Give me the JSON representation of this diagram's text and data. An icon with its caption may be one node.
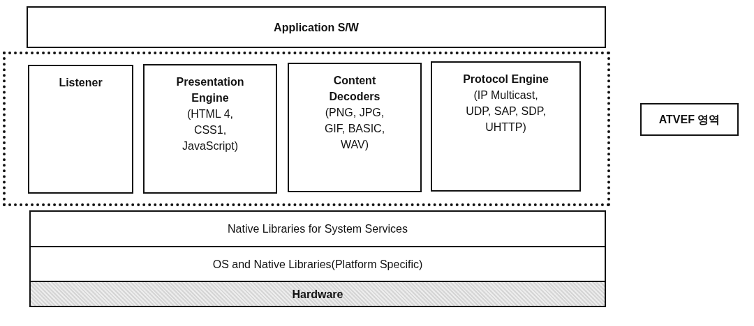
{
  "diagram": {
    "nodes": [
      {
        "text": [
          "Application S/W"
        ]
      },
      {
        "text": [],
        "shape": "box"
      },
      {
        "text": [
          "Listener"
        ],
        "in": 1
      },
      {
        "text": [
          "Presentation Engine",
          "(HTML 4, CSS1, JavaScript)"
        ],
        "in": 1
      },
      {
        "text": [
          "Content Decoders",
          "(PNG, JPG, GIF, BASIC, WAV)"
        ],
        "in": 1
      },
      {
        "text": [
          "Protocol Engine",
          "(IP Multicast, UDP, SAP, SDP, UHTTP)"
        ],
        "in": 1
      },
      {
        "text": [
          "ATVEF 영역"
        ]
      },
      {
        "text": [
          "Native Libraries for System Services"
        ]
      },
      {
        "text": [
          "OS and Native Libraries(Platform Specific)"
        ]
      },
      {
        "text": [
          "Hardware"
        ]
      }
    ]
  }
}
